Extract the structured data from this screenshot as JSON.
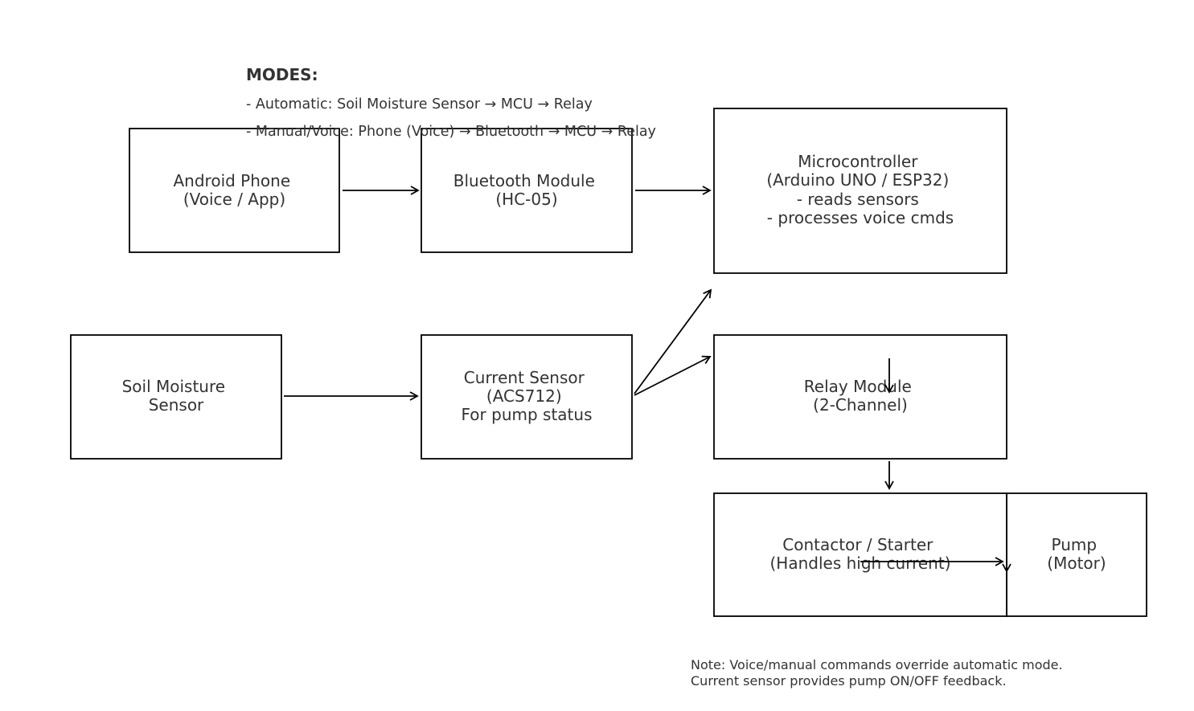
{
  "modes": {
    "title": "MODES:",
    "automatic": "- Automatic: Soil Moisture Sensor → MCU → Relay",
    "manual": "- Manual/Voice: Phone (Voice) → Bluetooth → MCU → Relay"
  },
  "boxes": {
    "phone": [
      "Android Phone",
      "(Voice / App)"
    ],
    "bluetooth": [
      "Bluetooth Module",
      "(HC-05)"
    ],
    "mcu": [
      "Microcontroller",
      "(Arduino UNO / ESP32)",
      "- reads sensors",
      "- processes voice cmds"
    ],
    "soil": [
      "Soil Moisture",
      "Sensor"
    ],
    "current": [
      "Current Sensor",
      "(ACS712)",
      "For pump status"
    ],
    "relay": [
      "Relay Module",
      "(2-Channel)"
    ],
    "contactor": [
      "Contactor / Starter",
      "(Handles high current)"
    ],
    "pump": [
      "Pump",
      "(Motor)"
    ]
  },
  "note": {
    "line1": "Note: Voice/manual commands override automatic mode.",
    "line2": "Current sensor provides pump ON/OFF feedback."
  },
  "colors": {
    "text": "#333333",
    "stroke": "#000000",
    "background": "#ffffff"
  }
}
